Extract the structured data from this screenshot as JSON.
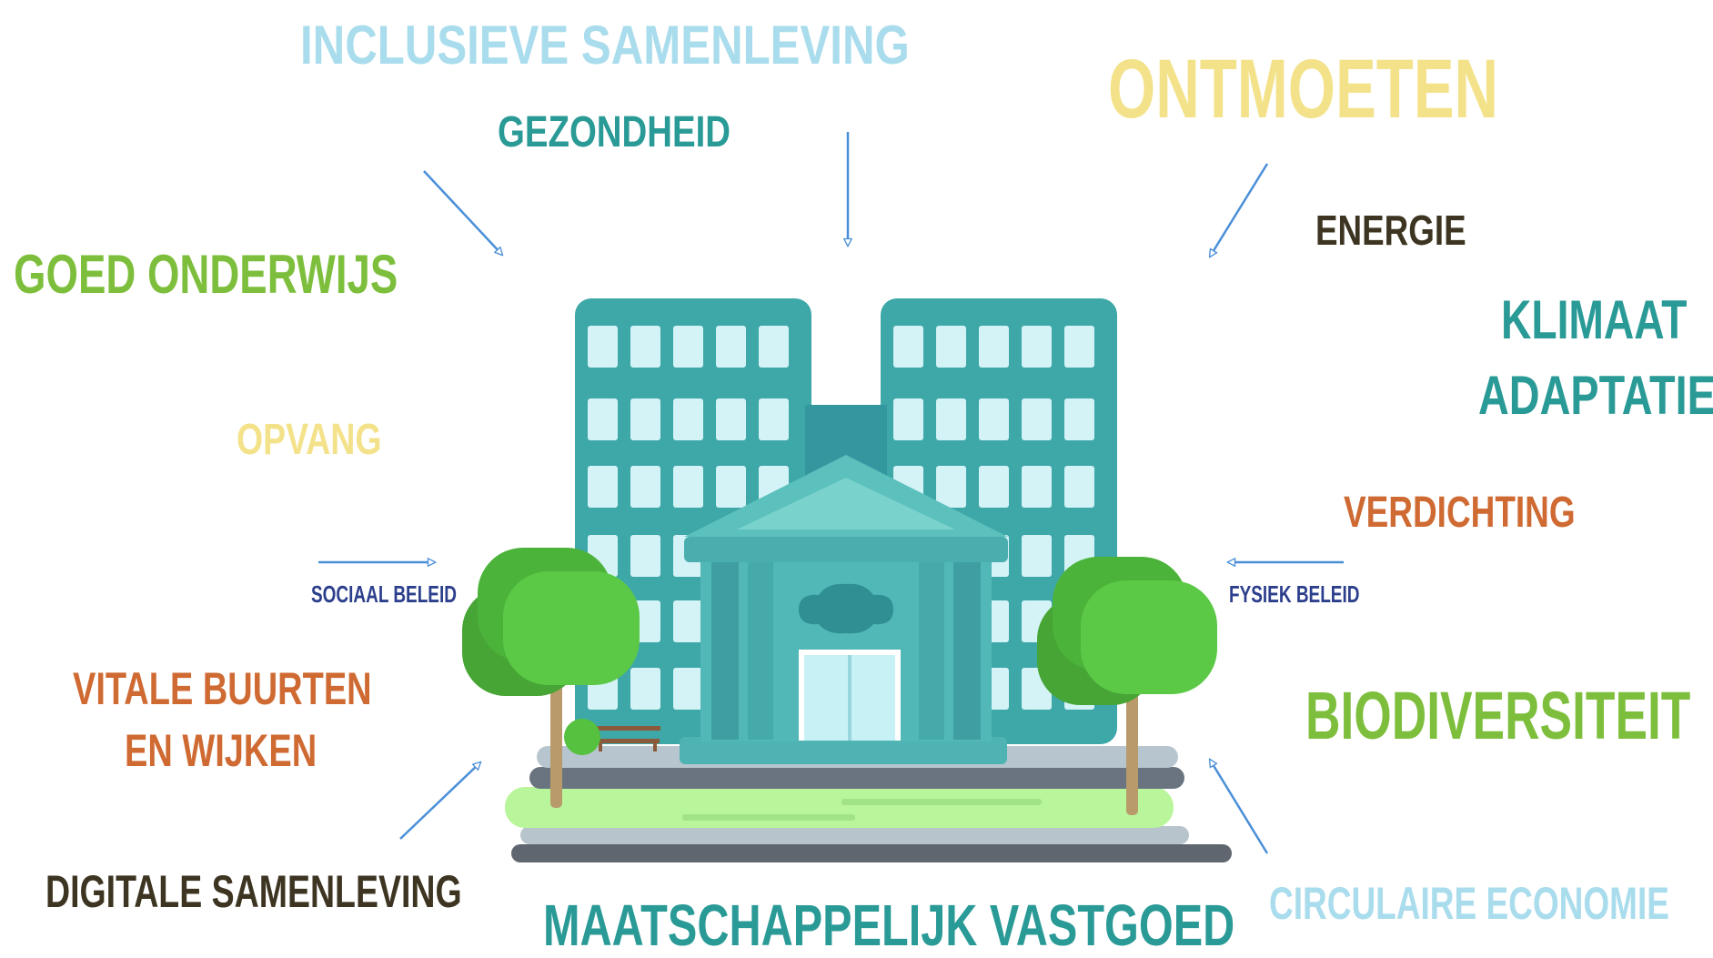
{
  "title": "MAATSCHAPPELIJK VASTGOED",
  "themes": {
    "inclusieve_samenleving": "INCLUSIEVE SAMENLEVING",
    "gezondheid": "GEZONDHEID",
    "ontmoeten": "ONTMOETEN",
    "energie": "ENERGIE",
    "goed_onderwijs": "GOED ONDERWIJS",
    "klimaat_line1": "KLIMAAT",
    "klimaat_line2": "ADAPTATIE",
    "opvang": "OPVANG",
    "verdichting": "VERDICHTING",
    "sociaal_beleid": "SOCIAAL BELEID",
    "fysiek_beleid": "FYSIEK BELEID",
    "vitale_line1": "VITALE BUURTEN",
    "vitale_line2": "EN WIJKEN",
    "biodiversiteit": "BIODIVERSITEIT",
    "digitale_samenleving": "DIGITALE SAMENLEVING",
    "circulaire_economie": "CIRCULAIRE ECONOMIE"
  },
  "colors": {
    "light_blue": "#a9dcec",
    "teal": "#2a9a97",
    "yellow": "#f3e28a",
    "dark_brown": "#3d3522",
    "green": "#7dbf3c",
    "orange": "#cf6a32",
    "navy": "#2c3f8c",
    "arrow": "#4a8fd8",
    "building": "#3ea7a8",
    "window": "#d4f3f7",
    "tree": "#56c13f"
  }
}
